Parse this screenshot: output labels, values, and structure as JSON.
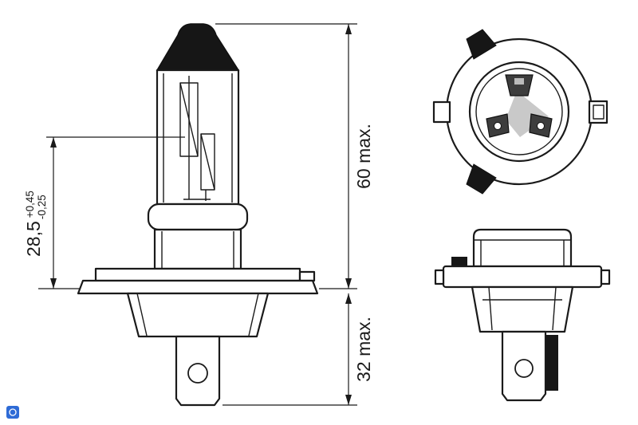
{
  "labels": {
    "overall_length": "60 max.",
    "base_length": "32 max.",
    "light_center": {
      "value": "28,5",
      "tol_plus": "+0,45",
      "tol_minus": "-0,25"
    }
  },
  "colors": {
    "line": "#1a1a1a",
    "dark_fill": "#161616",
    "contact_fill": "#3d3d3d",
    "shade": "#c9c9c9",
    "watermark_blue": "#2e6bd6",
    "background": "#ffffff"
  }
}
